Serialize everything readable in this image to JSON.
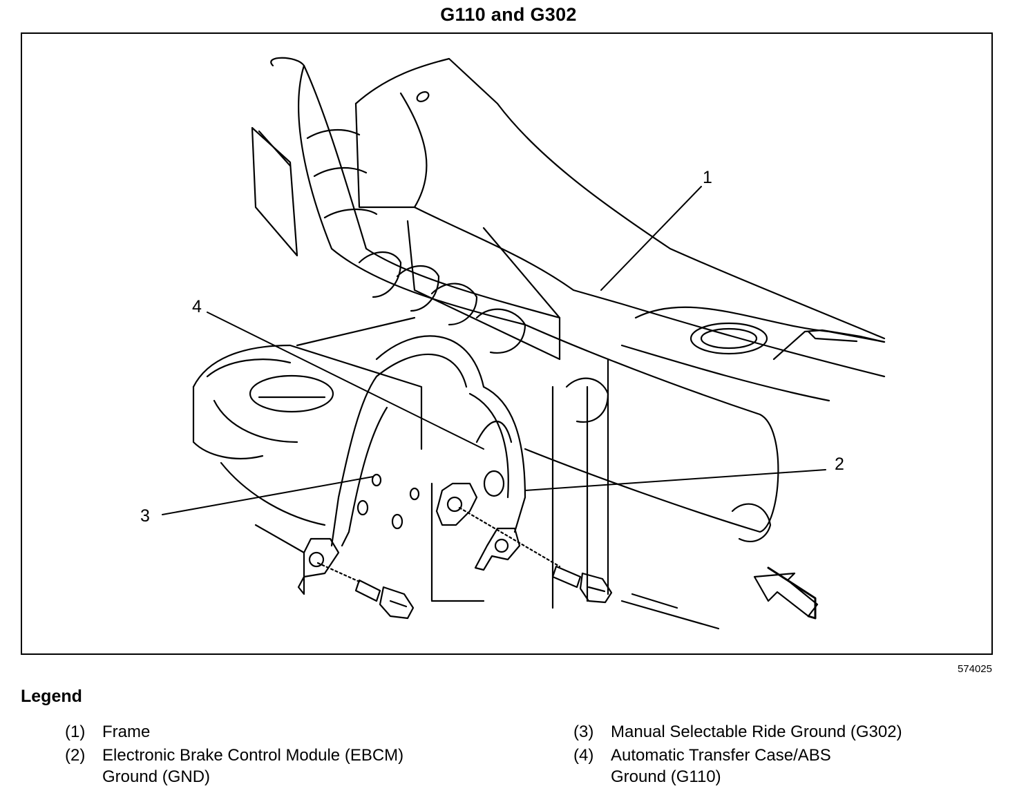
{
  "title": "G110 and G302",
  "figure_id": "574025",
  "callouts": [
    "1",
    "2",
    "3",
    "4"
  ],
  "legend": {
    "heading": "Legend",
    "items": [
      {
        "num": "(1)",
        "lines": [
          "Frame"
        ]
      },
      {
        "num": "(2)",
        "lines": [
          "Electronic Brake Control Module (EBCM)",
          "Ground (GND)"
        ]
      },
      {
        "num": "(3)",
        "lines": [
          "Manual Selectable Ride Ground (G302)"
        ]
      },
      {
        "num": "(4)",
        "lines": [
          "Automatic Transfer Case/ABS",
          "Ground (G110)"
        ]
      }
    ]
  }
}
